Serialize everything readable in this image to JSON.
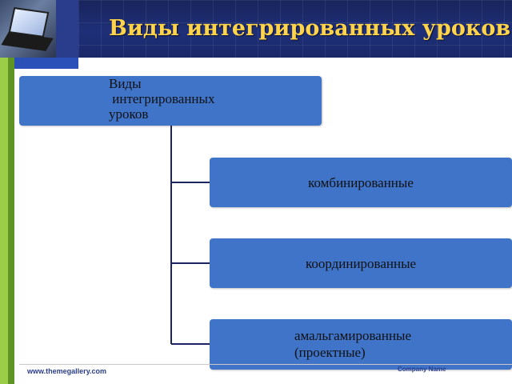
{
  "slide": {
    "title": "Виды интегрированных уроков"
  },
  "diagram": {
    "root": {
      "label": "Виды\n интегрированных\nуроков"
    },
    "children": [
      {
        "label": "комбинированные"
      },
      {
        "label": "координированные"
      },
      {
        "label": "амальгамированные\n(проектные)"
      }
    ]
  },
  "footer": {
    "url": "www.themegallery.com",
    "company": "Company Name"
  },
  "colors": {
    "header_bg": "#1e2f78",
    "title_text": "#ffd34a",
    "box_fill": "#3f74c9",
    "connector": "#1d2560",
    "left_bar_light": "#9ccd49",
    "left_bar_dark": "#5f9424"
  },
  "icons": {
    "header_image": "laptop-photo"
  }
}
